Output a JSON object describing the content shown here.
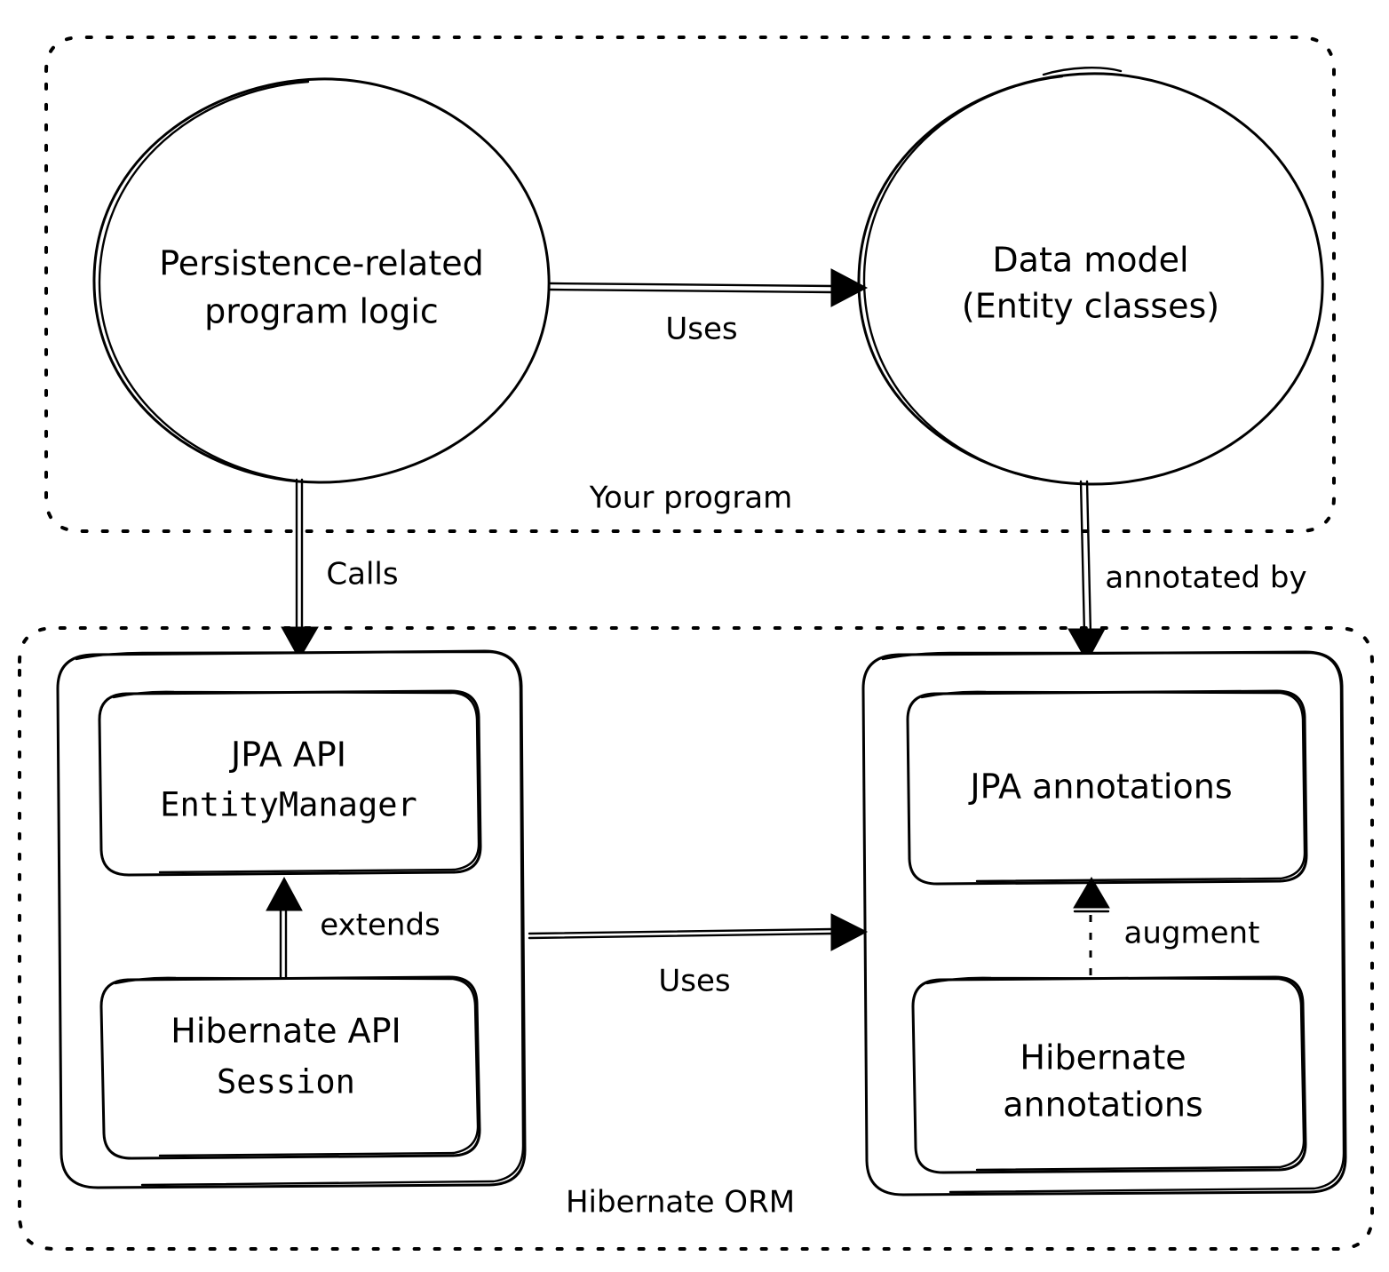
{
  "diagram": {
    "title": "Hibernate ORM and JPA architecture",
    "style": "hand-drawn sketch",
    "background_color": "#ffffff",
    "stroke_color": "#000000"
  },
  "containers": [
    {
      "id": "your-program",
      "label": "Your program",
      "border": "dotted",
      "label_position": "bottom-center"
    },
    {
      "id": "hibernate-orm",
      "label": "Hibernate ORM",
      "border": "dotted",
      "label_position": "bottom-center"
    }
  ],
  "nodes": [
    {
      "id": "persistence-logic",
      "shape": "circle",
      "lines": [
        "Persistence-related",
        "program logic"
      ],
      "line1": "Persistence-related",
      "line2": "program logic",
      "container": "your-program"
    },
    {
      "id": "data-model",
      "shape": "circle",
      "lines": [
        "Data model",
        "(Entity classes)"
      ],
      "line1": "Data model",
      "line2": "(Entity classes)",
      "container": "your-program"
    },
    {
      "id": "jpa-api",
      "shape": "rounded-rect",
      "lines": [
        "JPA API",
        "EntityManager"
      ],
      "line1": "JPA API",
      "line2": "EntityManager",
      "line2_font": "monospace",
      "container": "hibernate-orm"
    },
    {
      "id": "hibernate-api",
      "shape": "rounded-rect",
      "lines": [
        "Hibernate API",
        "Session"
      ],
      "line1": "Hibernate API",
      "line2": "Session",
      "line2_font": "monospace",
      "container": "hibernate-orm"
    },
    {
      "id": "jpa-annotations",
      "shape": "rounded-rect",
      "lines": [
        "JPA annotations"
      ],
      "line1": "JPA annotations",
      "container": "hibernate-orm"
    },
    {
      "id": "hibernate-annotations",
      "shape": "rounded-rect",
      "lines": [
        "Hibernate",
        "annotations"
      ],
      "line1": "Hibernate",
      "line2": "annotations",
      "container": "hibernate-orm"
    }
  ],
  "edges": [
    {
      "id": "uses-top",
      "label": "Uses",
      "from": "persistence-logic",
      "to": "data-model",
      "direction": "right",
      "line_style": "solid"
    },
    {
      "id": "calls",
      "label": "Calls",
      "from": "persistence-logic",
      "to": "jpa-api-group",
      "direction": "down",
      "line_style": "solid"
    },
    {
      "id": "annotated-by",
      "label": "annotated by",
      "from": "data-model",
      "to": "annotations-group",
      "direction": "down",
      "line_style": "solid"
    },
    {
      "id": "extends",
      "label": "extends",
      "from": "hibernate-api",
      "to": "jpa-api",
      "direction": "up",
      "line_style": "solid"
    },
    {
      "id": "uses-bottom",
      "label": "Uses",
      "from": "jpa-api-group",
      "to": "annotations-group",
      "direction": "right",
      "line_style": "solid"
    },
    {
      "id": "augment",
      "label": "augment",
      "from": "hibernate-annotations",
      "to": "jpa-annotations",
      "direction": "up",
      "line_style": "dashed"
    }
  ]
}
